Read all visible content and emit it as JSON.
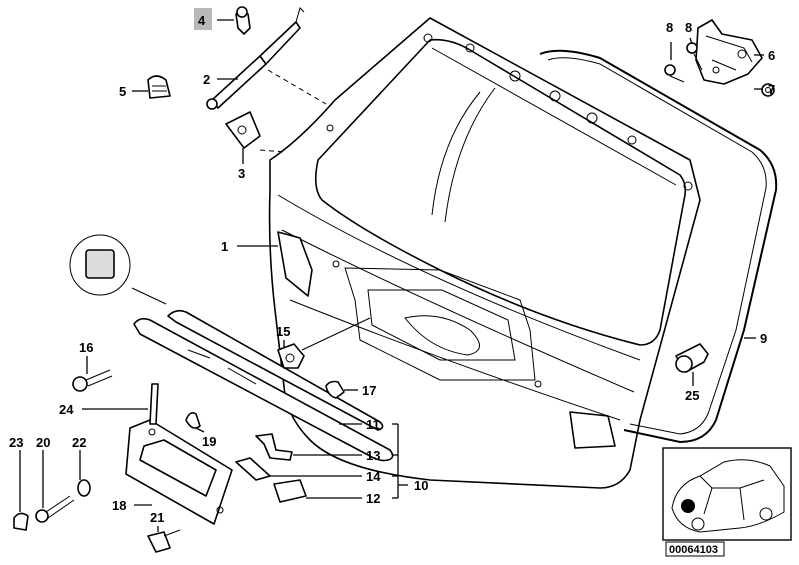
{
  "document": {
    "drawing_number": "00064103"
  },
  "callouts": [
    {
      "id": "c4",
      "label": "4",
      "highlight": true
    },
    {
      "id": "c2",
      "label": "2"
    },
    {
      "id": "c5",
      "label": "5"
    },
    {
      "id": "c3",
      "label": "3"
    },
    {
      "id": "c1",
      "label": "1"
    },
    {
      "id": "c8a",
      "label": "8"
    },
    {
      "id": "c8b",
      "label": "8"
    },
    {
      "id": "c6",
      "label": "6"
    },
    {
      "id": "c7",
      "label": "7"
    },
    {
      "id": "c9",
      "label": "9"
    },
    {
      "id": "c25",
      "label": "25"
    },
    {
      "id": "c15",
      "label": "15"
    },
    {
      "id": "c16",
      "label": "16"
    },
    {
      "id": "c17",
      "label": "17"
    },
    {
      "id": "c24",
      "label": "24"
    },
    {
      "id": "c11",
      "label": "11"
    },
    {
      "id": "c19",
      "label": "19"
    },
    {
      "id": "c13",
      "label": "13"
    },
    {
      "id": "c14",
      "label": "14"
    },
    {
      "id": "c10",
      "label": "10"
    },
    {
      "id": "c12",
      "label": "12"
    },
    {
      "id": "c23",
      "label": "23"
    },
    {
      "id": "c20",
      "label": "20"
    },
    {
      "id": "c22",
      "label": "22"
    },
    {
      "id": "c18",
      "label": "18"
    },
    {
      "id": "c21",
      "label": "21"
    }
  ],
  "colors": {
    "line": "#000000",
    "background": "#ffffff",
    "highlight": "#b8b8b8"
  }
}
